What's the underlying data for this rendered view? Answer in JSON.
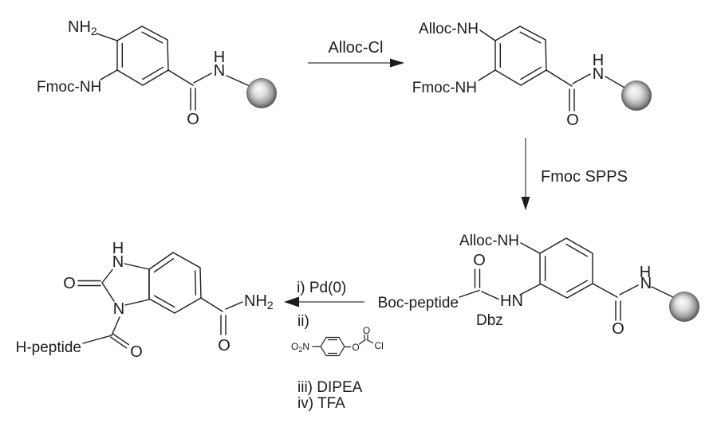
{
  "colors": {
    "ink": "#1c1c1c",
    "background": "#ffffff",
    "bead_highlight": "#fdfdfd",
    "bead_mid": "#b5b5b5",
    "bead_edge": "#2b2b2b"
  },
  "scheme": {
    "structure_top_left": {
      "amine_main": "NH",
      "amine_sub": "2",
      "fmoc_label": "Fmoc-NH",
      "amide_h": "H",
      "amide_n": "N",
      "carbonyl_o": "O"
    },
    "arrow_alloc": {
      "label": "Alloc-Cl"
    },
    "structure_top_right": {
      "alloc_label": "Alloc-NH",
      "fmoc_label": "Fmoc-NH",
      "amide_h": "H",
      "amide_n": "N",
      "carbonyl_o": "O"
    },
    "arrow_spps": {
      "label": "Fmoc SPPS"
    },
    "structure_resin_dbz": {
      "alloc_label": "Alloc-NH",
      "boc_label": "Boc-peptide",
      "acyl_o": "O",
      "hn_label": "HN",
      "dbz_label": "Dbz",
      "amide_h": "H",
      "amide_n": "N",
      "carbonyl_o": "O"
    },
    "arrow_cleavage": {
      "step_i": "i) Pd(0)",
      "step_ii": "ii)",
      "step_iii": "iii) DIPEA",
      "step_iv": "iv) TFA"
    },
    "reagent_chloroformate": {
      "nitro_o": "O",
      "nitro_sub": "2",
      "nitro_n": "N",
      "ester_o": "O",
      "carbonyl_o": "O",
      "chlorine": "Cl"
    },
    "structure_product": {
      "ring_nh_h": "H",
      "ring_nh_n": "N",
      "urea_o": "O",
      "ring_n1": "N",
      "peptide_label": "H-peptide",
      "acyl_o": "O",
      "amide_o": "O",
      "amide_nh_main": "NH",
      "amide_nh_sub": "2"
    }
  }
}
